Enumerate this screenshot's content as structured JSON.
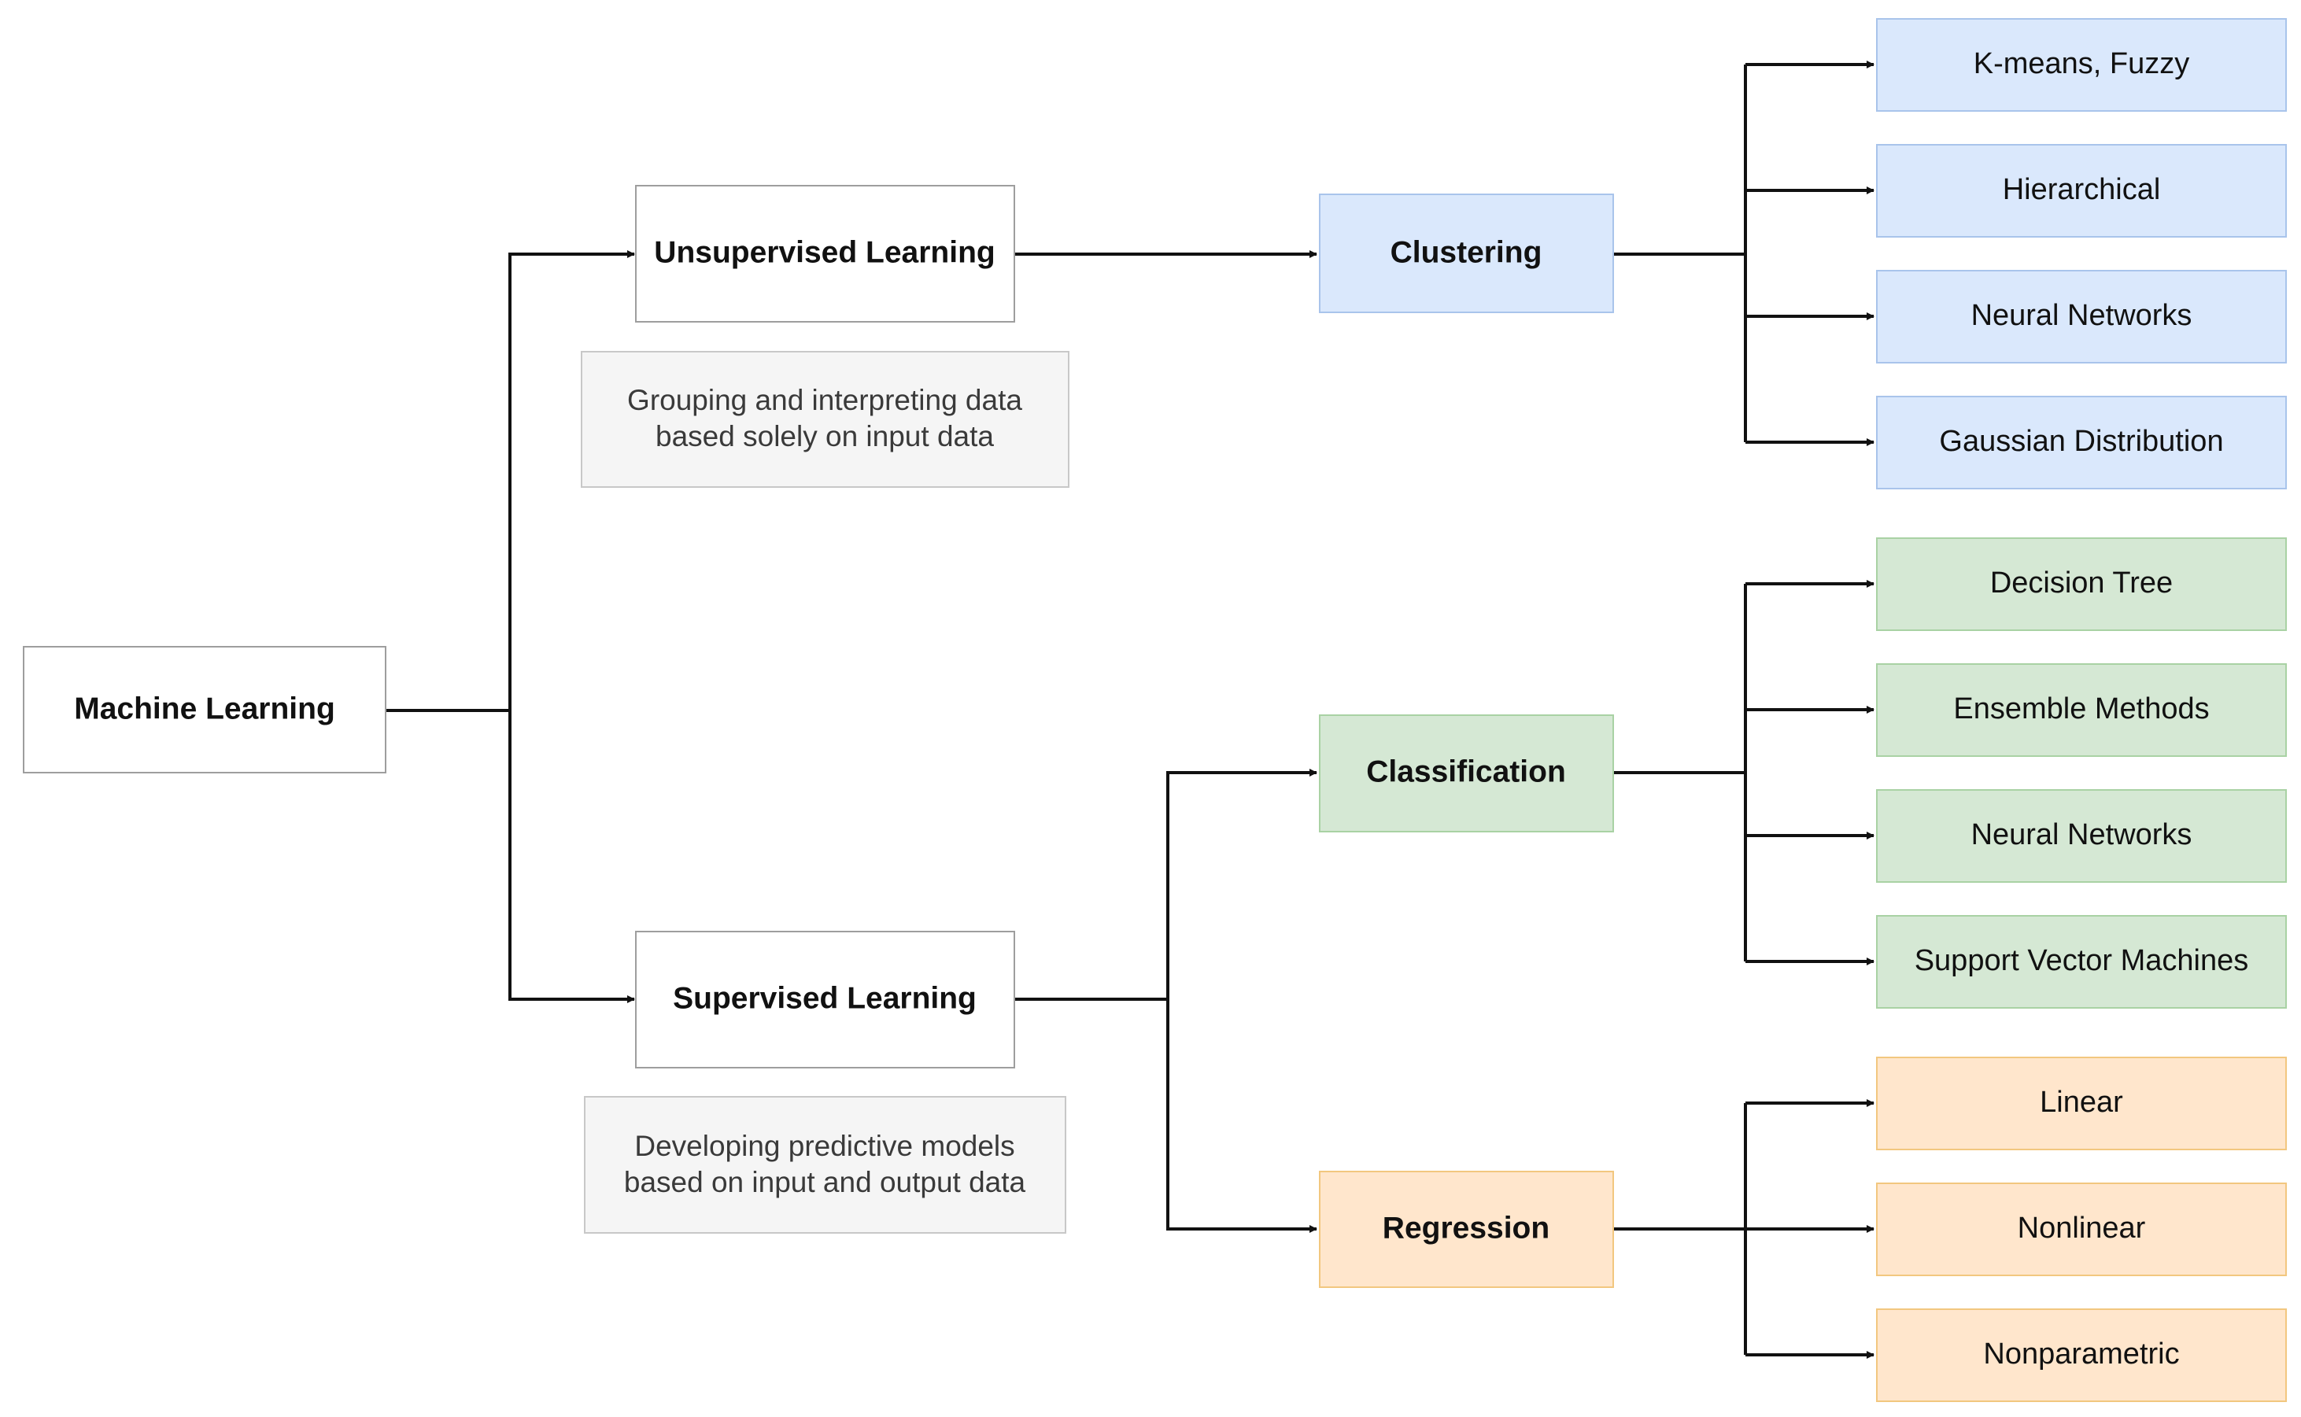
{
  "colors": {
    "plain_fill": "#ffffff",
    "plain_stroke": "#9e9e9e",
    "note_fill": "#f5f5f5",
    "note_stroke": "#c8c8c8",
    "blue_fill": "#dae8fc",
    "blue_stroke": "#a9c4eb",
    "green_fill": "#d5e8d4",
    "green_stroke": "#a9d2a4",
    "orange_fill": "#ffe6cc",
    "orange_stroke": "#f2c77f",
    "edge": "#111111"
  },
  "nodes": {
    "machine_learning": "Machine Learning",
    "unsupervised": "Unsupervised Learning",
    "supervised": "Supervised Learning",
    "unsupervised_note": [
      "Grouping and interpreting data",
      "based solely on input data"
    ],
    "supervised_note": [
      "Developing predictive models",
      "based on input and output data"
    ],
    "clustering": "Clustering",
    "classification": "Classification",
    "regression": "Regression",
    "clustering_methods": [
      "K-means, Fuzzy",
      "Hierarchical",
      "Neural Networks",
      "Gaussian Distribution"
    ],
    "classification_methods": [
      "Decision Tree",
      "Ensemble Methods",
      "Neural Networks",
      "Support Vector Machines"
    ],
    "regression_methods": [
      "Linear",
      "Nonlinear",
      "Nonparametric"
    ]
  }
}
